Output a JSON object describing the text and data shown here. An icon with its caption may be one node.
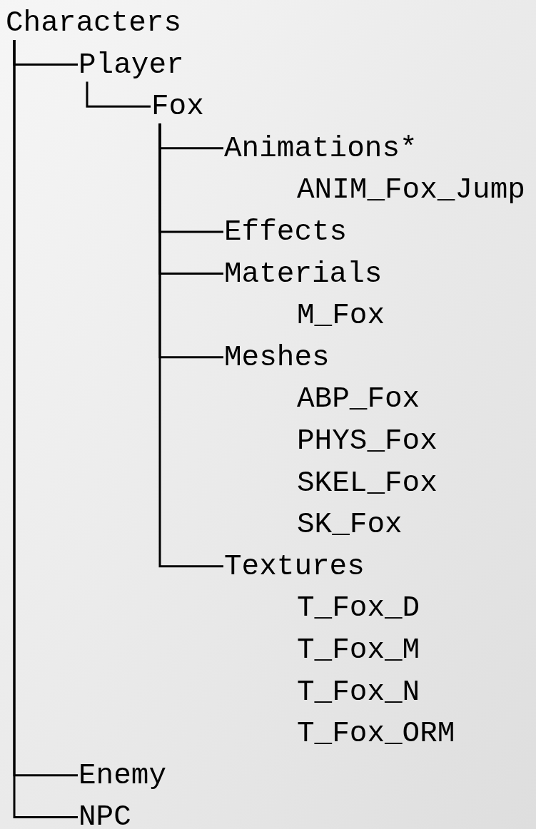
{
  "diagram": {
    "nodes": [
      {
        "text": [
          "Characters"
        ]
      },
      {
        "text": [
          "Player"
        ]
      },
      {
        "text": [
          "Fox"
        ]
      },
      {
        "text": [
          "Animations*"
        ]
      },
      {
        "text": [
          "Effects"
        ]
      },
      {
        "text": [
          "Materials"
        ]
      },
      {
        "text": [
          "Meshes"
        ]
      },
      {
        "text": [
          "Textures"
        ]
      },
      {
        "text": [
          "Enemy"
        ]
      },
      {
        "text": [
          "NPC"
        ]
      }
    ],
    "edges": [
      {
        "from": 0,
        "to": 1,
        "arrow": "none"
      },
      {
        "from": 1,
        "to": 2,
        "arrow": "none"
      },
      {
        "from": 2,
        "to": 3,
        "arrow": "none"
      },
      {
        "from": 2,
        "to": 4,
        "arrow": "none"
      },
      {
        "from": 2,
        "to": 5,
        "arrow": "none"
      },
      {
        "from": 2,
        "to": 6,
        "arrow": "none"
      },
      {
        "from": 2,
        "to": 7,
        "arrow": "none"
      },
      {
        "from": 0,
        "to": 8,
        "arrow": "none"
      },
      {
        "from": 0,
        "to": 9,
        "arrow": "none"
      }
    ],
    "labels": [
      "ANIM_Fox_Jump",
      "M_Fox",
      "ABP_Fox",
      "PHYS_Fox",
      "SKEL_Fox",
      "SK_Fox",
      "T_Fox_D",
      "T_Fox_M",
      "T_Fox_N",
      "T_Fox_ORM"
    ]
  }
}
